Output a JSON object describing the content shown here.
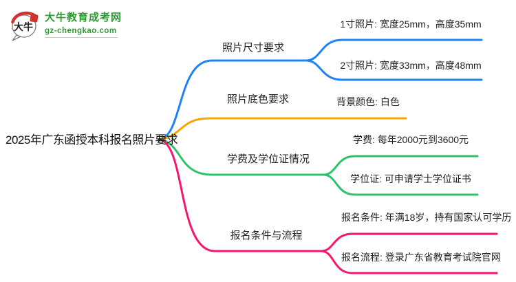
{
  "logo": {
    "title": "大牛教育成考网",
    "subtitle": "gz-chengkao.com",
    "icon_text": "大牛",
    "brand_green": "#2E9B33",
    "seal_red": "#D0342C"
  },
  "root": {
    "label": "2025年广东函授本科报名照片要求"
  },
  "branches": [
    {
      "label": "照片尺寸要求",
      "color": "#1E82F6",
      "children": [
        "1寸照片: 宽度25mm，高度35mm",
        "2寸照片: 宽度33mm，高度48mm"
      ]
    },
    {
      "label": "照片底色要求",
      "color": "#F7A500",
      "children": [
        "背景颜色: 白色"
      ]
    },
    {
      "label": "学费及学位证情况",
      "color": "#2DC26C",
      "children": [
        "学费: 每年2000元到3600元",
        "学位证: 可申请学士学位证书"
      ]
    },
    {
      "label": "报名条件与流程",
      "color": "#F7166F",
      "children": [
        "报名条件: 年满18岁，持有国家认可学历",
        "报名流程: 登录广东省教育考试院官网"
      ]
    }
  ]
}
